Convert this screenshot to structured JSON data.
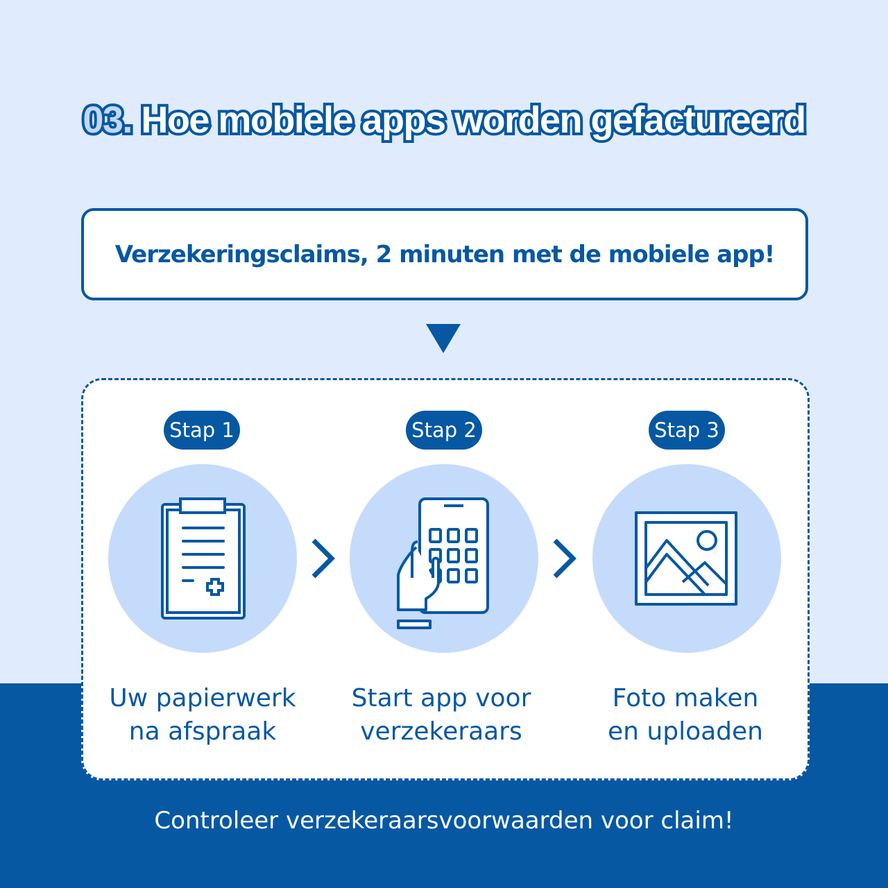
{
  "title": {
    "number": "03.",
    "text": " Hoe mobiele apps worden gefactureerd"
  },
  "subtitle": "Verzekeringsclaims, 2 minuten met de mobiele app!",
  "steps": [
    {
      "badge": "Stap 1",
      "icon": "clipboard-medical-icon",
      "line1": "Uw papierwerk",
      "line2": "na afspraak"
    },
    {
      "badge": "Stap 2",
      "icon": "phone-in-hand-icon",
      "line1": "Start app voor",
      "line2": "verzekeraars"
    },
    {
      "badge": "Stap 3",
      "icon": "image-photo-icon",
      "line1": "Foto maken",
      "line2": "en uploaden"
    }
  ],
  "footer": "Controleer verzekeraarsvoorwaarden voor claim!",
  "colors": {
    "primary": "#0658a3",
    "background": "#e0ecfd",
    "circle": "#c5dbfb"
  }
}
